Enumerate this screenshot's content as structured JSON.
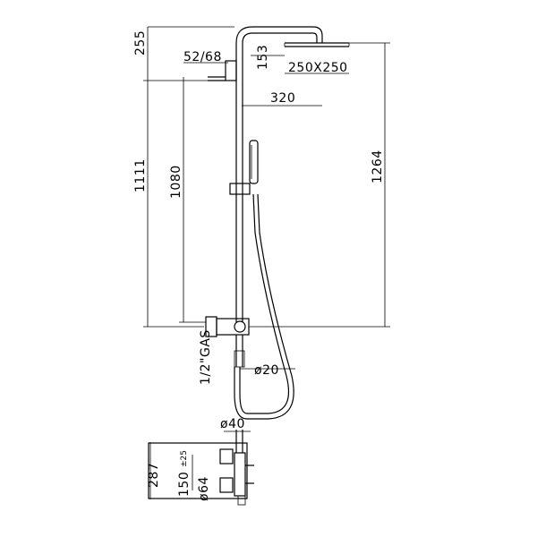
{
  "dimensions": {
    "top_height": "255",
    "head_thickness": "153",
    "arm_diameter": "52/68",
    "head_size": "250X250",
    "arm_length": "320",
    "total_height": "1264",
    "mixer_to_arm": "1111",
    "bar_height": "1080",
    "inlet": "1/2\"GAS",
    "hose_diameter": "ø20",
    "pipe_diameter": "ø40",
    "mixer_depth": "287",
    "centers": "150",
    "centers_tol": "±25",
    "inlet_diameter": "ø64"
  }
}
